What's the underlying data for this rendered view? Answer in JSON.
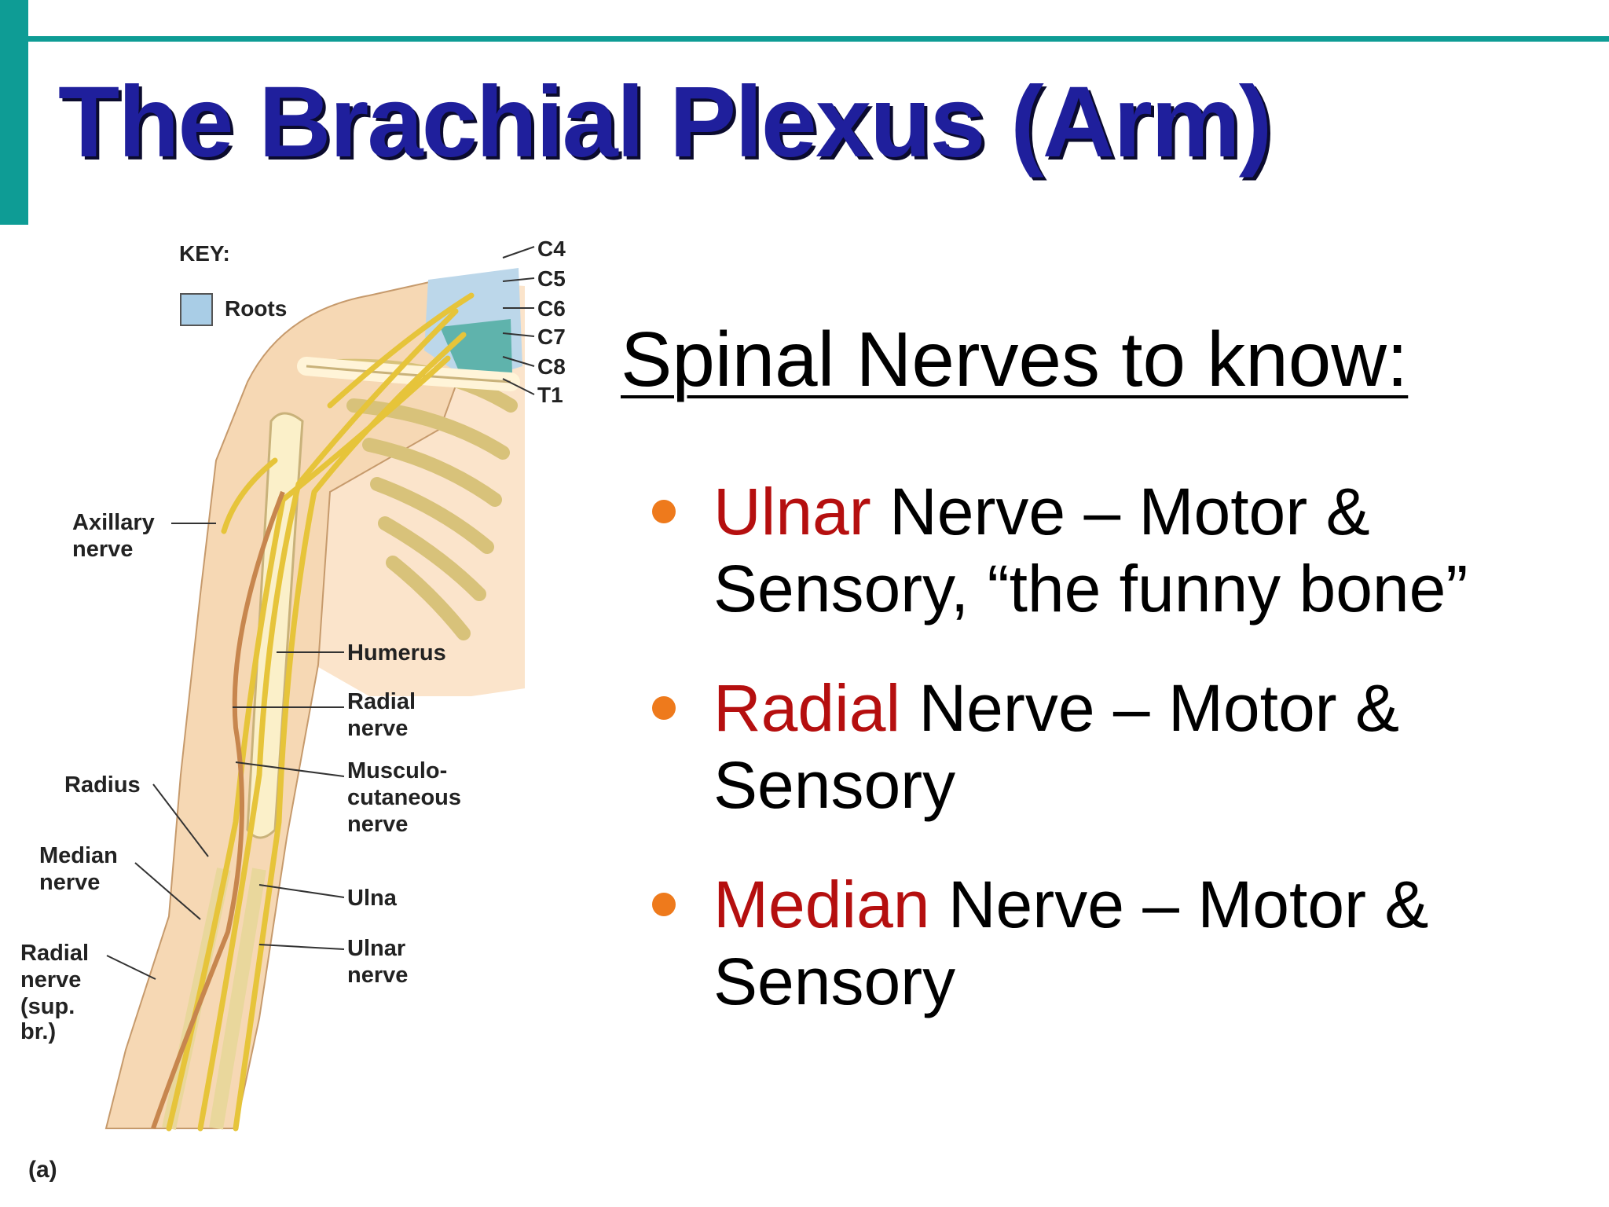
{
  "title": "The Brachial Plexus (Arm)",
  "subheading": "Spinal Nerves to know:",
  "bullets": [
    {
      "name": "Ulnar",
      "rest": " Nerve – Motor &",
      "line2": "Sensory, “the funny bone”"
    },
    {
      "name": "Radial",
      "rest": " Nerve – Motor &",
      "line2": "Sensory"
    },
    {
      "name": "Median",
      "rest": " Nerve – Motor &",
      "line2": "Sensory"
    }
  ],
  "figure": {
    "key_title": "KEY:",
    "key_roots": "Roots",
    "roots": [
      "C4",
      "C5",
      "C6",
      "C7",
      "C8",
      "T1"
    ],
    "labels": {
      "axillary_1": "Axillary",
      "axillary_2": "nerve",
      "humerus": "Humerus",
      "radial_1": "Radial",
      "radial_2": "nerve",
      "musculo_1": "Musculo-",
      "musculo_2": "cutaneous",
      "musculo_3": "nerve",
      "radius": "Radius",
      "median_1": "Median",
      "median_2": "nerve",
      "ulna": "Ulna",
      "ulnar_1": "Ulnar",
      "ulnar_2": "nerve",
      "radsup_1": "Radial",
      "radsup_2": "nerve",
      "radsup_3": "(sup.",
      "radsup_4": "br.)",
      "panel": "(a)"
    }
  },
  "colors": {
    "accent": "#0e9c95",
    "title": "#1f1f9c",
    "nerve_name": "#b50f0f",
    "bullet": "#ee7a1c"
  }
}
